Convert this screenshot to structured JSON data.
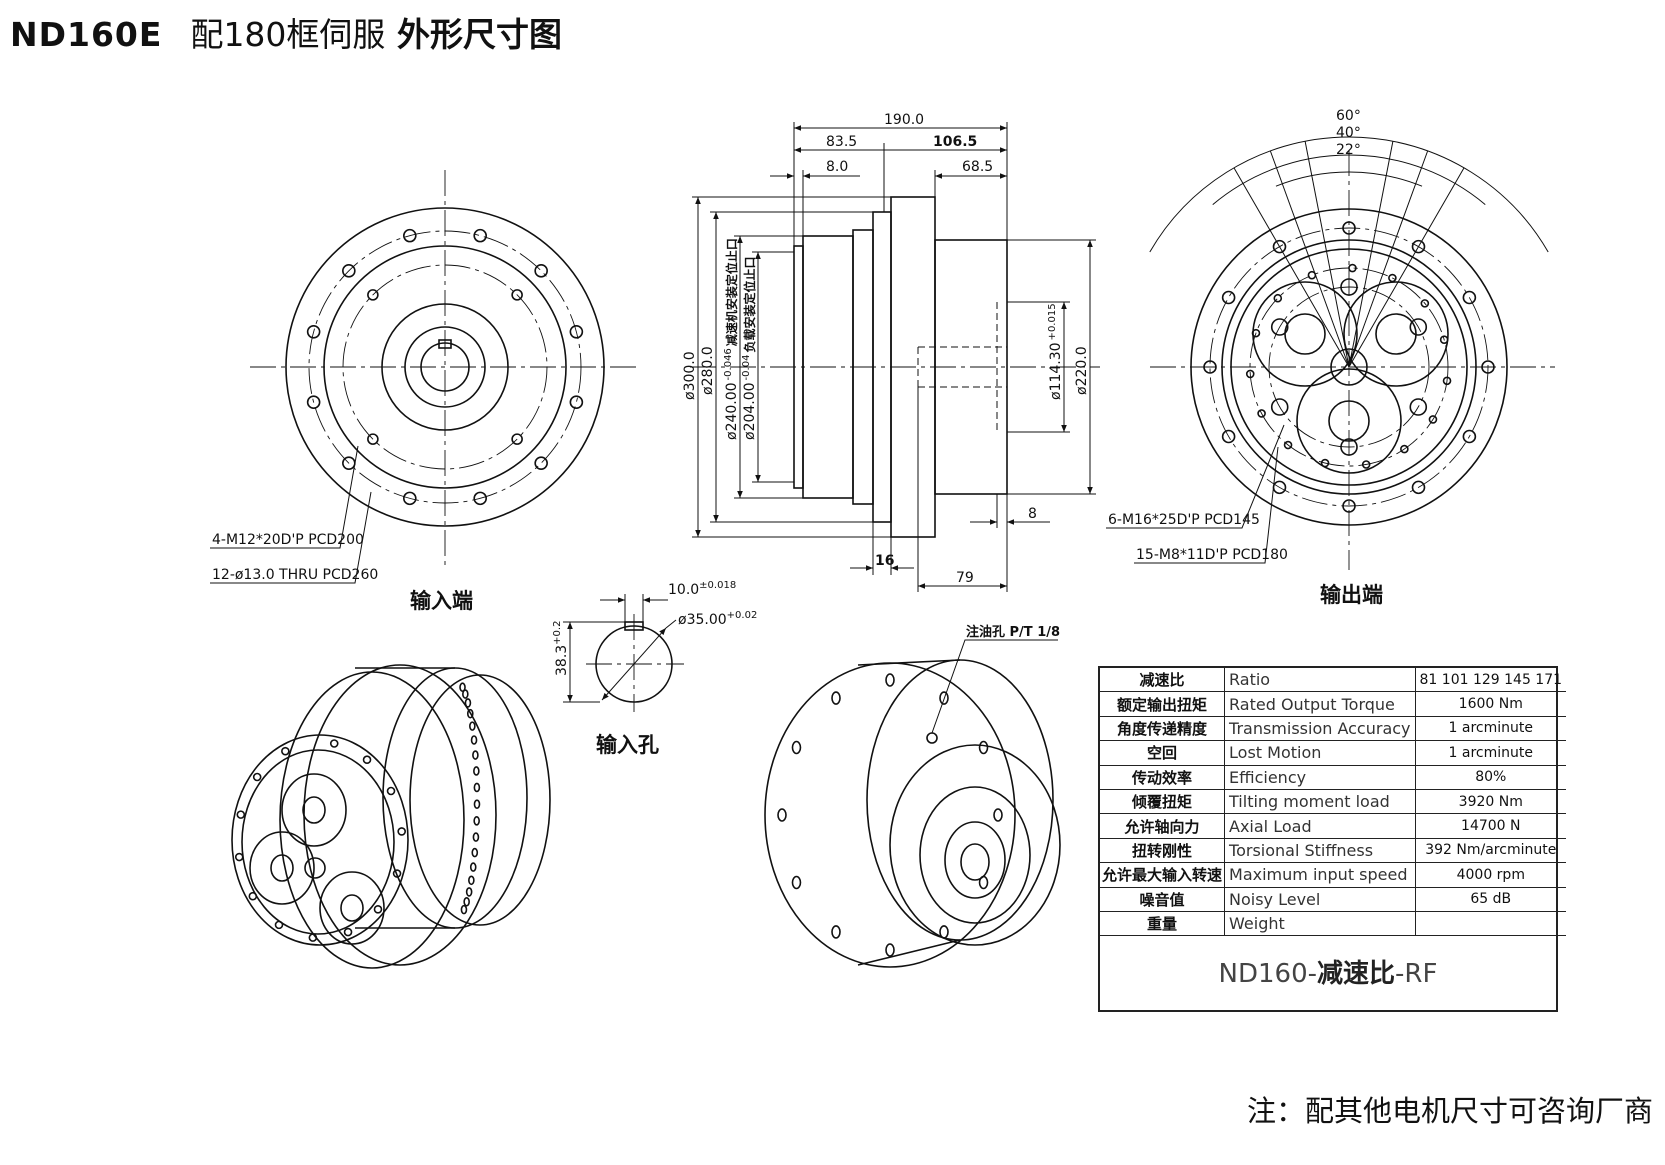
{
  "header": {
    "model": "ND160E",
    "subtitle": "配180框伺服",
    "title": "外形尺寸图"
  },
  "views": {
    "input_end": "输入端",
    "output_end": "输出端",
    "input_hole": "输入孔"
  },
  "input_end_callouts": {
    "tapped": "4-M12*20D'P PCD200",
    "thru": "12-ø13.0 THRU PCD260"
  },
  "output_end_callouts": {
    "tapped_m16": "6-M16*25D'P PCD145",
    "tapped_m8": "15-M8*11D'P PCD180",
    "angle_60": "60°",
    "angle_40": "40°",
    "angle_22": "22°"
  },
  "side_view": {
    "overall_length": "190.0",
    "left_section": "83.5",
    "right_section": "106.5",
    "input_pilot": "8.0",
    "output_shaft": "68.5",
    "dia_300": "ø300.0",
    "dia_280": "ø280.0",
    "dia_240": "ø240.00",
    "dia_240_tol": "-0.046",
    "dia_240_note": "减速机安装定位止口",
    "dia_204": "ø204.00",
    "dia_204_tol": "-0.04",
    "dia_204_note": "负载安装定位止口",
    "dia_114": "ø114.30",
    "dia_114_tol": "+0.015",
    "dia_220": "ø220.0",
    "step_8": "8",
    "flange_16": "16",
    "length_79": "79"
  },
  "keyway": {
    "key_width": "10.0",
    "key_width_tol": "±0.018",
    "bore": "ø35.00",
    "bore_tol": "+0.02",
    "key_depth": "38.3",
    "key_depth_tol": "+0.2"
  },
  "oil_port": "注油孔 P/T 1/8",
  "spec_table": [
    {
      "zh": "减速比",
      "en": "Ratio",
      "value": "81 101 129 145 171"
    },
    {
      "zh": "额定输出扭矩",
      "en": "Rated Output Torque",
      "value": "1600 Nm"
    },
    {
      "zh": "角度传递精度",
      "en": "Transmission Accuracy",
      "value": "1 arcminute"
    },
    {
      "zh": "空回",
      "en": "Lost Motion",
      "value": "1 arcminute"
    },
    {
      "zh": "传动效率",
      "en": "Efficiency",
      "value": "80%"
    },
    {
      "zh": "倾覆扭矩",
      "en": "Tilting moment load",
      "value": "3920 Nm"
    },
    {
      "zh": "允许轴向力",
      "en": "Axial Load",
      "value": "14700 N"
    },
    {
      "zh": "扭转刚性",
      "en": "Torsional Stiffness",
      "value": "392 Nm/arcminute"
    },
    {
      "zh": "允许最大输入转速",
      "en": "Maximum input speed",
      "value": "4000 rpm"
    },
    {
      "zh": "噪音值",
      "en": "Noisy Level",
      "value": "65 dB"
    },
    {
      "zh": "重量",
      "en": "Weight",
      "value": ""
    }
  ],
  "model_code": {
    "prefix": "ND160-",
    "ratio": "减速比",
    "suffix": "-RF"
  },
  "footnote": "注：配其他电机尺寸可咨询厂商"
}
